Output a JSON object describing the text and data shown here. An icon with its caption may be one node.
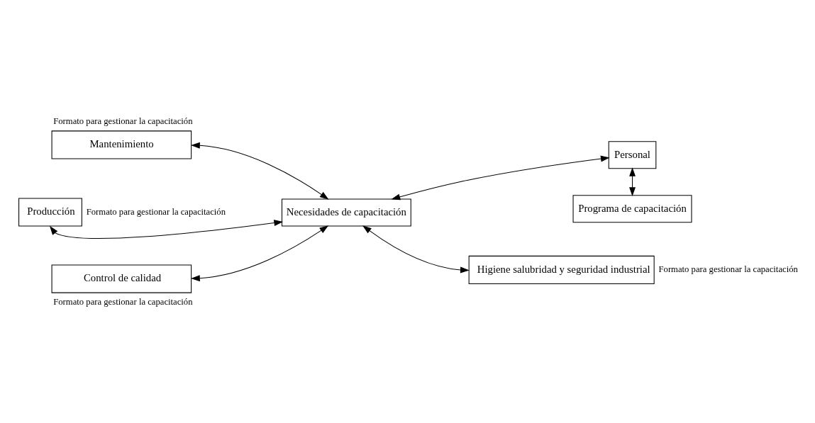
{
  "diagram": {
    "nodes": [
      {
        "text": [
          "Mantenimiento"
        ],
        "beside": [
          "Formato para gestionar la capacitación"
        ]
      },
      {
        "text": [
          "Producción"
        ],
        "beside": [
          "Formato para gestionar la capacitación"
        ]
      },
      {
        "text": [
          "Necesidades de capacitación"
        ]
      },
      {
        "text": [
          "Personal"
        ]
      },
      {
        "text": [
          "Control de calidad"
        ],
        "beside": [
          "Formato para gestionar la capacitación"
        ]
      },
      {
        "text": [
          "Higiene salubridad y seguridad industrial"
        ],
        "beside": [
          "Formato para gestionar la capacitación"
        ]
      },
      {
        "text": [
          "Programa de capacitación"
        ]
      }
    ],
    "edges": [
      {
        "from": 0,
        "to": 2,
        "arrow": "both"
      },
      {
        "from": 1,
        "to": 2,
        "arrow": "both"
      },
      {
        "from": 2,
        "to": 3,
        "arrow": "both"
      },
      {
        "from": 4,
        "to": 2,
        "arrow": "both"
      },
      {
        "from": 2,
        "to": 5,
        "arrow": "both"
      },
      {
        "from": 3,
        "to": 6,
        "arrow": "both"
      }
    ]
  }
}
